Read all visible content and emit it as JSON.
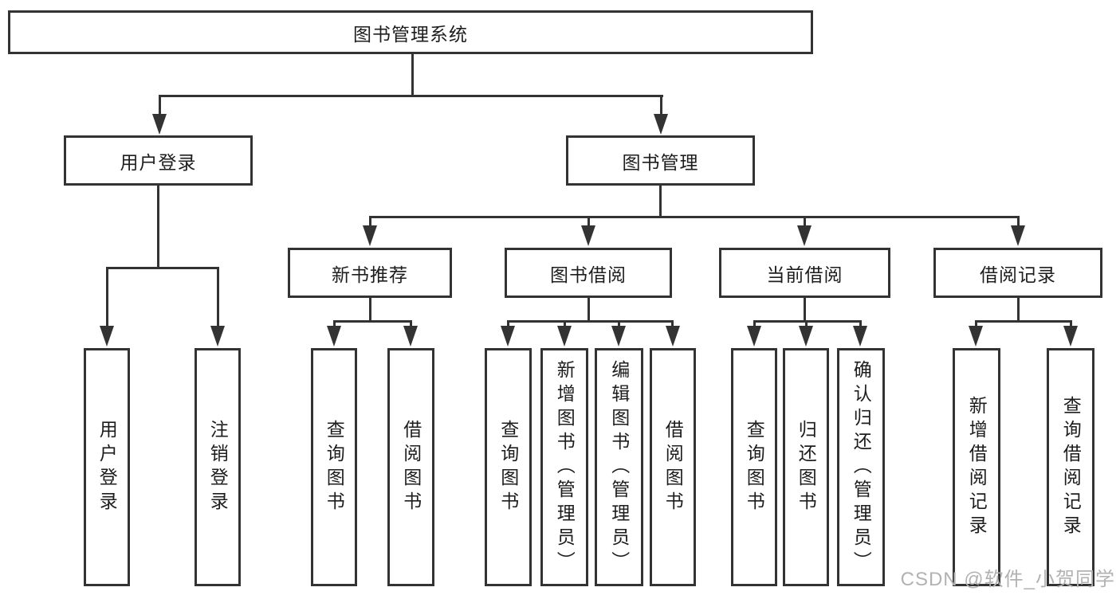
{
  "diagram_type": "hierarchy-tree",
  "colors": {
    "line": "#333333",
    "text": "#1d1d1d",
    "background": "#ffffff",
    "watermark": "#b2b2b2"
  },
  "tree": {
    "root": {
      "label": "图书管理系统",
      "children": [
        {
          "label": "用户登录",
          "children": [
            {
              "label": "用户登录"
            },
            {
              "label": "注销登录"
            }
          ]
        },
        {
          "label": "图书管理",
          "children": [
            {
              "label": "新书推荐",
              "children": [
                {
                  "label": "查询图书"
                },
                {
                  "label": "借阅图书"
                }
              ]
            },
            {
              "label": "图书借阅",
              "children": [
                {
                  "label": "查询图书"
                },
                {
                  "label": "新增图书（管理员）"
                },
                {
                  "label": "编辑图书（管理员）"
                },
                {
                  "label": "借阅图书"
                }
              ]
            },
            {
              "label": "当前借阅",
              "children": [
                {
                  "label": "查询图书"
                },
                {
                  "label": "归还图书"
                },
                {
                  "label": "确认归还（管理员）"
                }
              ]
            },
            {
              "label": "借阅记录",
              "children": [
                {
                  "label": "新增借阅记录"
                },
                {
                  "label": "查询借阅记录"
                }
              ]
            }
          ]
        }
      ]
    }
  },
  "watermark": {
    "text": "CSDN @软件_小贺同学"
  }
}
